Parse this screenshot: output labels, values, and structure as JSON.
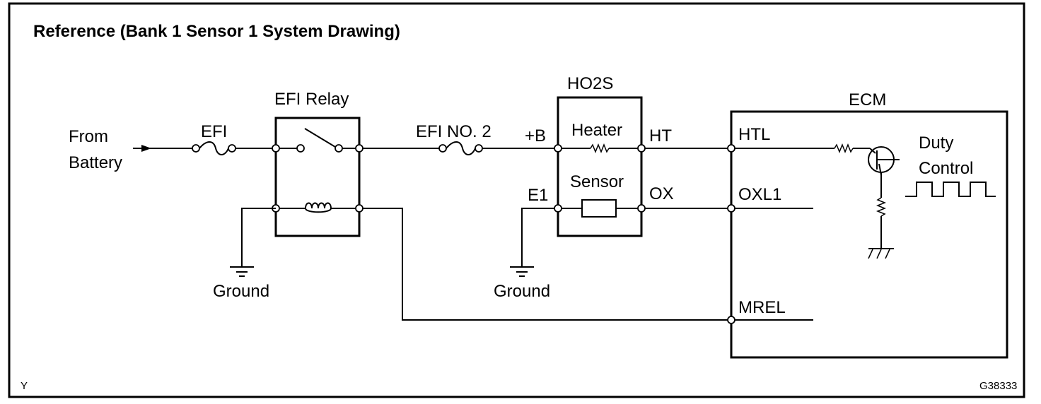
{
  "title": "Reference (Bank 1 Sensor 1 System Drawing)",
  "source": {
    "line1": "From",
    "line2": "Battery"
  },
  "fuse_efi": "EFI",
  "efi_relay": "EFI Relay",
  "fuse_efi2": "EFI NO. 2",
  "ground_left": "Ground",
  "ground_mid": "Ground",
  "ho2s": {
    "title": "HO2S",
    "plus_b": "+B",
    "heater": "Heater",
    "ht": "HT",
    "sensor": "Sensor",
    "e1": "E1",
    "ox": "OX"
  },
  "ecm": {
    "title": "ECM",
    "htl": "HTL",
    "oxl1": "OXL1",
    "mrel": "MREL",
    "duty_line1": "Duty",
    "duty_line2": "Control"
  },
  "corner_left": "Y",
  "corner_right": "G38333"
}
